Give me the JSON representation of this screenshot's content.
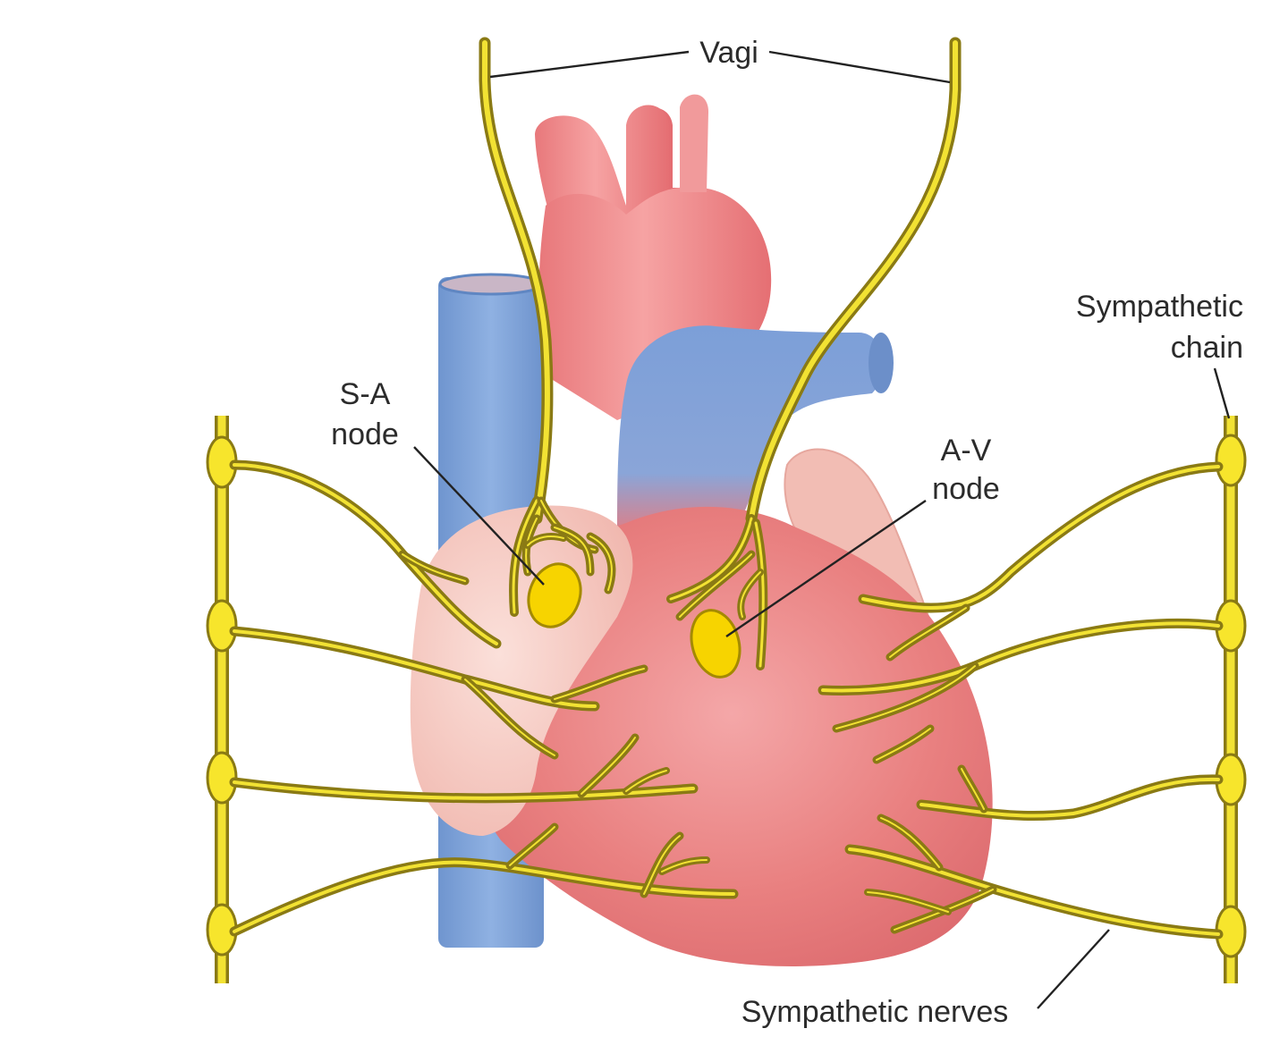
{
  "diagram": {
    "labels": {
      "vagi": "Vagi",
      "sa_node_line1": "S-A",
      "sa_node_line2": "node",
      "av_node_line1": "A-V",
      "av_node_line2": "node",
      "sym_chain_line1": "Sympathetic",
      "sym_chain_line2": "chain",
      "sym_nerves": "Sympathetic nerves"
    },
    "colors": {
      "heart": "#e8787b",
      "heart_light": "#f3a6a6",
      "atrium": "#f6c8c0",
      "vessel_blue": "#7aa1d6",
      "nerve_yellow": "#f2e233",
      "nerve_outline": "#8a7a14",
      "node_yellow": "#f7d400"
    }
  }
}
